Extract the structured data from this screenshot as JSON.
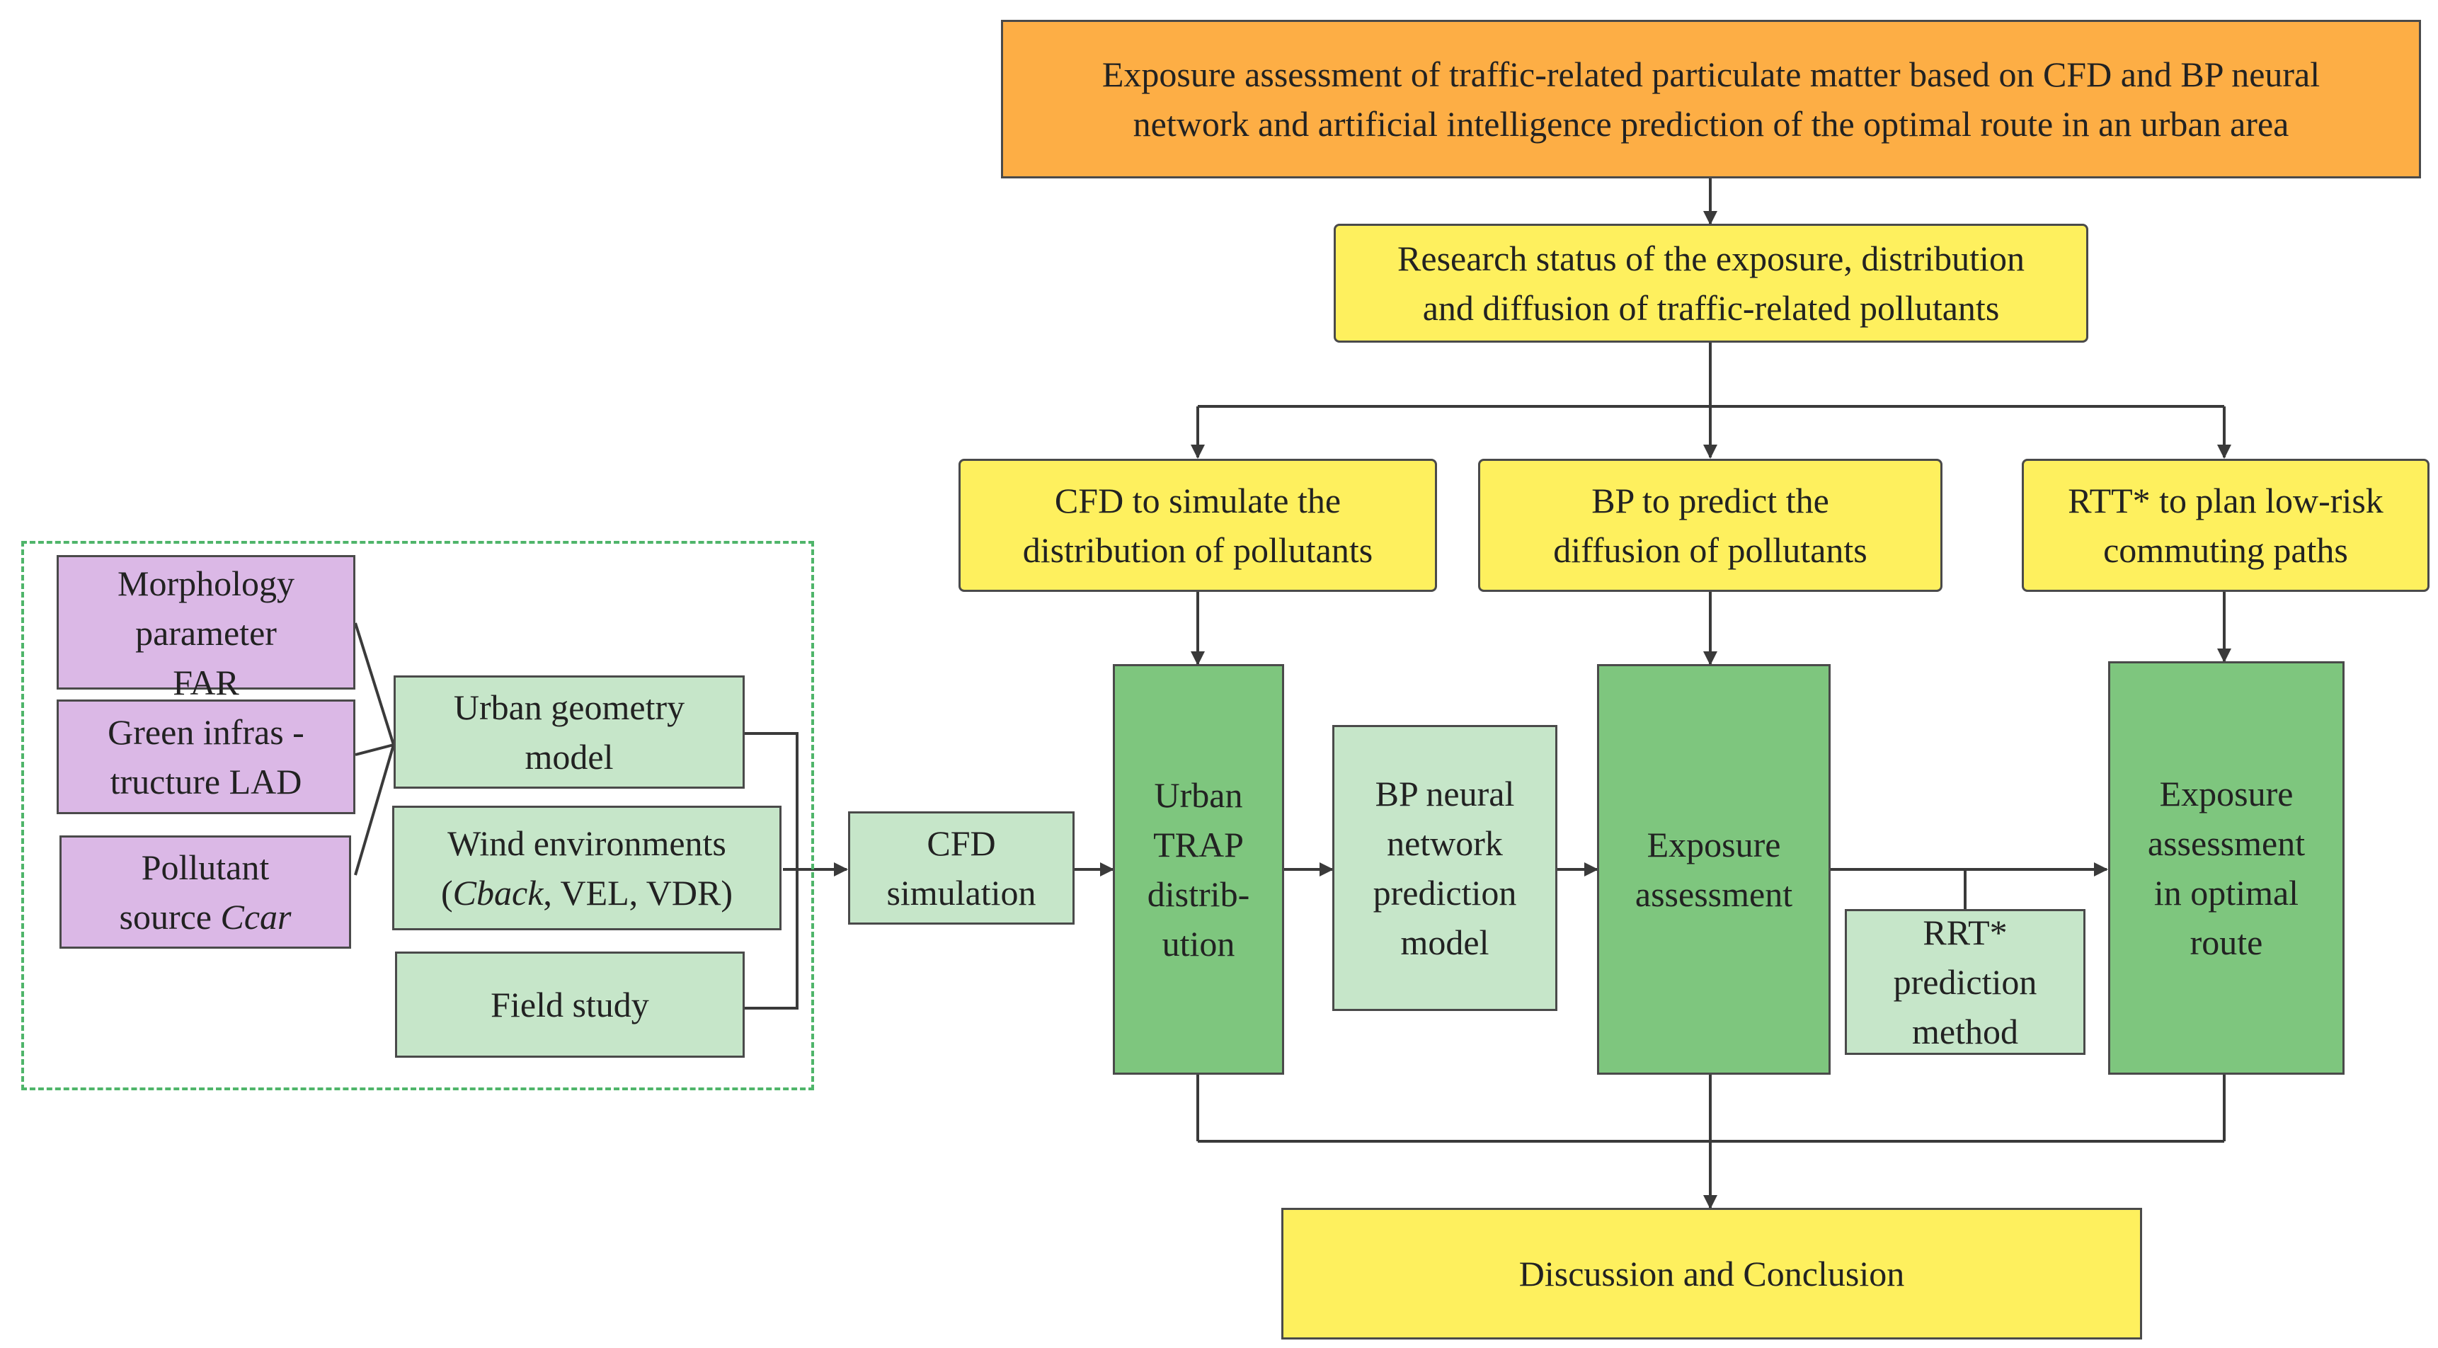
{
  "title_box": "Exposure assessment of traffic-related particulate matter based on CFD and BP neural\nnetwork and artificial intelligence prediction of the optimal route in an urban area",
  "research_status": "Research status of the exposure, distribution\nand diffusion of traffic-related pollutants",
  "methods": {
    "cfd": "CFD to simulate the\ndistribution of pollutants",
    "bp": "BP to  predict the\ndiffusion of pollutants",
    "rtt": "RTT* to plan low-risk\ncommuting paths"
  },
  "inputs": {
    "morphology": "Morphology\nparameter\nFAR",
    "green": "Green infras -\ntructure LAD",
    "pollutant_source_prefix": "Pollutant\nsource ",
    "pollutant_source_var": "Ccar",
    "urban_geometry": "Urban geometry\nmodel",
    "wind_prefix": "Wind environments\n(",
    "wind_var": "Cback",
    "wind_suffix": ", VEL, VDR)",
    "field_study": "Field study"
  },
  "process": {
    "cfd_simulation": "CFD\nsimulation",
    "urban_trap": "Urban\nTRAP\ndistrib-\nution",
    "bp_model": "BP neural\nnetwork\nprediction\nmodel",
    "exposure": "Exposure\nassessment",
    "rrt_method": "RRT*\nprediction\nmethod",
    "exposure_optimal": "Exposure\nassessment\nin optimal\nroute"
  },
  "conclusion": "Discussion and Conclusion",
  "colors": {
    "orange": "#fdae45",
    "yellow": "#fef05e",
    "dark_green": "#7ec67e",
    "light_green": "#c6e6c9",
    "purple": "#dbb8e6",
    "dashed_border": "#4fb56a",
    "line": "#3a3a3a"
  }
}
